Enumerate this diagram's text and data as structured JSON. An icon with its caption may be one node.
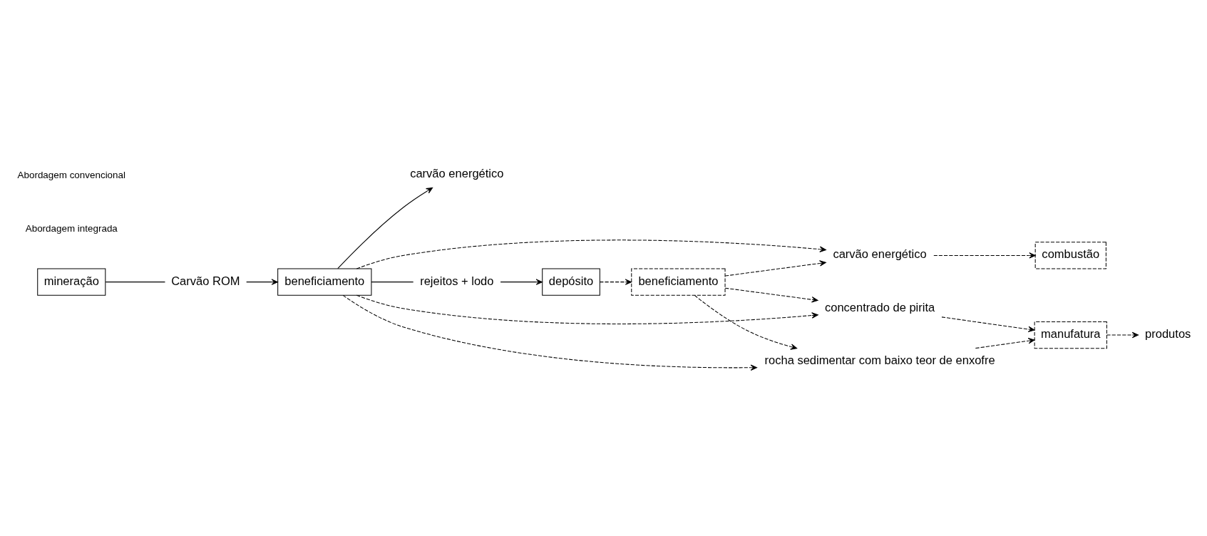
{
  "diagram": {
    "nodes": [
      {
        "text": [
          "mineração"
        ]
      },
      {
        "text": [
          "Carvão ROM"
        ]
      },
      {
        "text": [
          "beneficiamento"
        ]
      },
      {
        "text": [
          "carvão energético"
        ]
      },
      {
        "text": [
          "rejeitos + lodo"
        ]
      },
      {
        "text": [
          "depósito"
        ]
      },
      {
        "text": [
          "beneficiamento"
        ]
      },
      {
        "text": [
          "carvão energético"
        ]
      },
      {
        "text": [
          "combustão"
        ]
      },
      {
        "text": [
          "rocha sedimentar com baixo teor de enxofre"
        ]
      },
      {
        "text": [
          "concentrado de pirita"
        ]
      },
      {
        "text": [
          "manufatura"
        ]
      },
      {
        "text": [
          "produtos"
        ]
      }
    ],
    "edges": [
      {
        "from": 0,
        "to": 1,
        "arrow": "none"
      },
      {
        "from": 1,
        "to": 2,
        "arrow": "to"
      },
      {
        "from": 2,
        "to": 3,
        "arrow": "to"
      },
      {
        "from": 2,
        "to": 4,
        "arrow": "none"
      },
      {
        "from": 4,
        "to": 5,
        "arrow": "to"
      },
      {
        "from": 5,
        "to": 6,
        "arrow": "to",
        "style": "dashed"
      },
      {
        "from": 2,
        "to": 7,
        "arrow": "to",
        "style": "dashed"
      },
      {
        "from": 2,
        "to": 9,
        "arrow": "to",
        "style": "dashed"
      },
      {
        "from": 2,
        "to": 10,
        "arrow": "to",
        "style": "dashed"
      },
      {
        "from": 6,
        "to": 7,
        "arrow": "to",
        "style": "dashed"
      },
      {
        "from": 6,
        "to": 9,
        "arrow": "to",
        "style": "dashed"
      },
      {
        "from": 6,
        "to": 10,
        "arrow": "to",
        "style": "dashed"
      },
      {
        "from": 7,
        "to": 8,
        "arrow": "to",
        "style": "dashed"
      },
      {
        "from": 9,
        "to": 11,
        "arrow": "to",
        "style": "dashed"
      },
      {
        "from": 10,
        "to": 11,
        "arrow": "to",
        "style": "dashed"
      },
      {
        "from": 11,
        "to": 12,
        "arrow": "to",
        "style": "dashed"
      }
    ],
    "legend": [
      {
        "text": "Abordagem convencional"
      },
      {
        "text": "Abordagem integrada"
      }
    ]
  }
}
